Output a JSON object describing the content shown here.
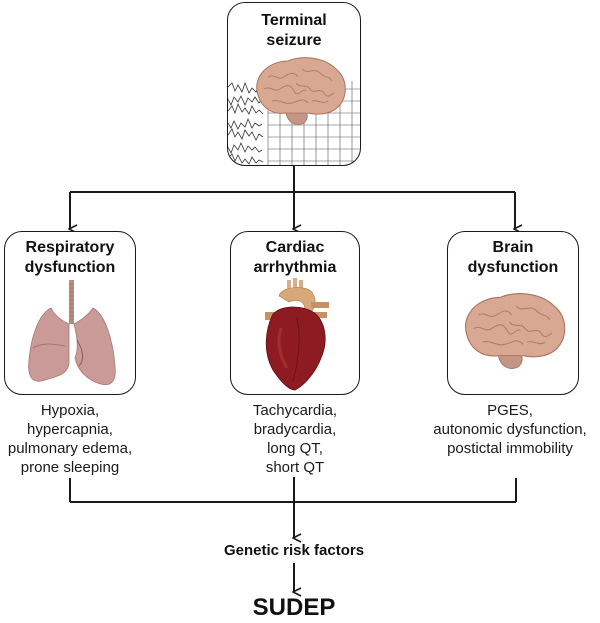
{
  "top_node": {
    "title_line1": "Terminal",
    "title_line2": "seizure",
    "image": "brain-with-eeg-trace-icon"
  },
  "mechanisms": [
    {
      "title_line1": "Respiratory",
      "title_line2": "dysfunction",
      "image": "lungs-icon",
      "factors": [
        "Hypoxia,",
        "hypercapnia,",
        "pulmonary edema,",
        "prone sleeping"
      ]
    },
    {
      "title_line1": "Cardiac",
      "title_line2": "arrhythmia",
      "image": "heart-icon",
      "factors": [
        "Tachycardia,",
        "bradycardia,",
        "long QT,",
        "short QT"
      ]
    },
    {
      "title_line1": "Brain",
      "title_line2": "dysfunction",
      "image": "brain-icon",
      "factors": [
        "PGES,",
        "autonomic dysfunction,",
        "postictal immobility"
      ]
    }
  ],
  "intermediate_label": "Genetic risk factors",
  "outcome_label": "SUDEP",
  "colors": {
    "line": "#1a1a1a",
    "brain": "#d9a893",
    "lung": "#c99a98",
    "heart": "#8e1b22"
  }
}
